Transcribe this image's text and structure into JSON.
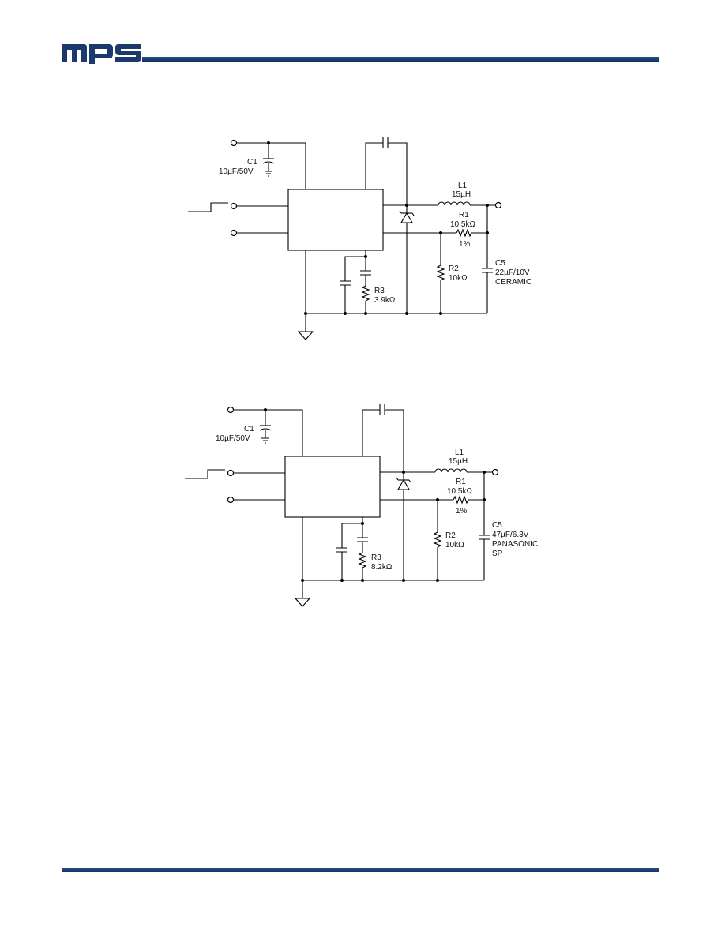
{
  "header": {
    "logo_text": "mps"
  },
  "brand_color": "#1b3a6b",
  "circuits": [
    {
      "c1": {
        "ref": "C1",
        "value": "10µF/50V"
      },
      "l1": {
        "ref": "L1",
        "value": "15µH"
      },
      "r1": {
        "ref": "R1",
        "value": "10.5kΩ",
        "tolerance": "1%"
      },
      "r2": {
        "ref": "R2",
        "value": "10kΩ"
      },
      "r3": {
        "ref": "R3",
        "value": "3.9kΩ"
      },
      "c5": {
        "ref": "C5",
        "value": "22µF/10V",
        "type": "CERAMIC"
      }
    },
    {
      "c1": {
        "ref": "C1",
        "value": "10µF/50V"
      },
      "l1": {
        "ref": "L1",
        "value": "15µH"
      },
      "r1": {
        "ref": "R1",
        "value": "10.5kΩ",
        "tolerance": "1%"
      },
      "r2": {
        "ref": "R2",
        "value": "10kΩ"
      },
      "r3": {
        "ref": "R3",
        "value": "8.2kΩ"
      },
      "c5": {
        "ref": "C5",
        "value": "47µF/6.3V",
        "type": "PANASONIC",
        "type2": "SP"
      }
    }
  ]
}
